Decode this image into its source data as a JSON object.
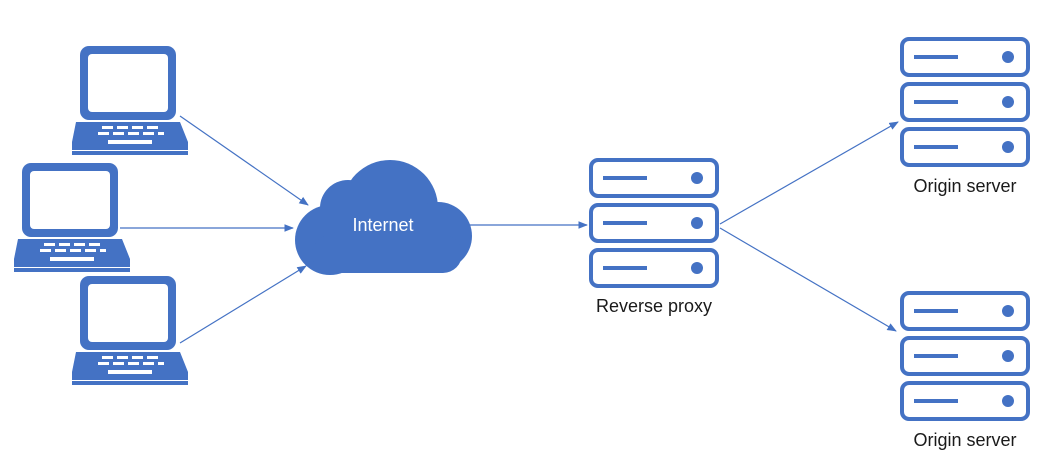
{
  "colors": {
    "primary": "#4472C4",
    "arrow": "#4472C4",
    "text": "#1a1a1a",
    "cloud_text": "#ffffff",
    "background": "#ffffff"
  },
  "nodes": {
    "internet": {
      "label": "Internet",
      "icon": "cloud-icon"
    },
    "reverse_proxy": {
      "label": "Reverse proxy",
      "icon": "server-stack-icon"
    },
    "origin_top": {
      "label": "Origin server",
      "icon": "server-stack-icon"
    },
    "origin_bottom": {
      "label": "Origin server",
      "icon": "server-stack-icon"
    },
    "clients": [
      {
        "icon": "laptop-icon"
      },
      {
        "icon": "laptop-icon"
      },
      {
        "icon": "laptop-icon"
      }
    ]
  }
}
